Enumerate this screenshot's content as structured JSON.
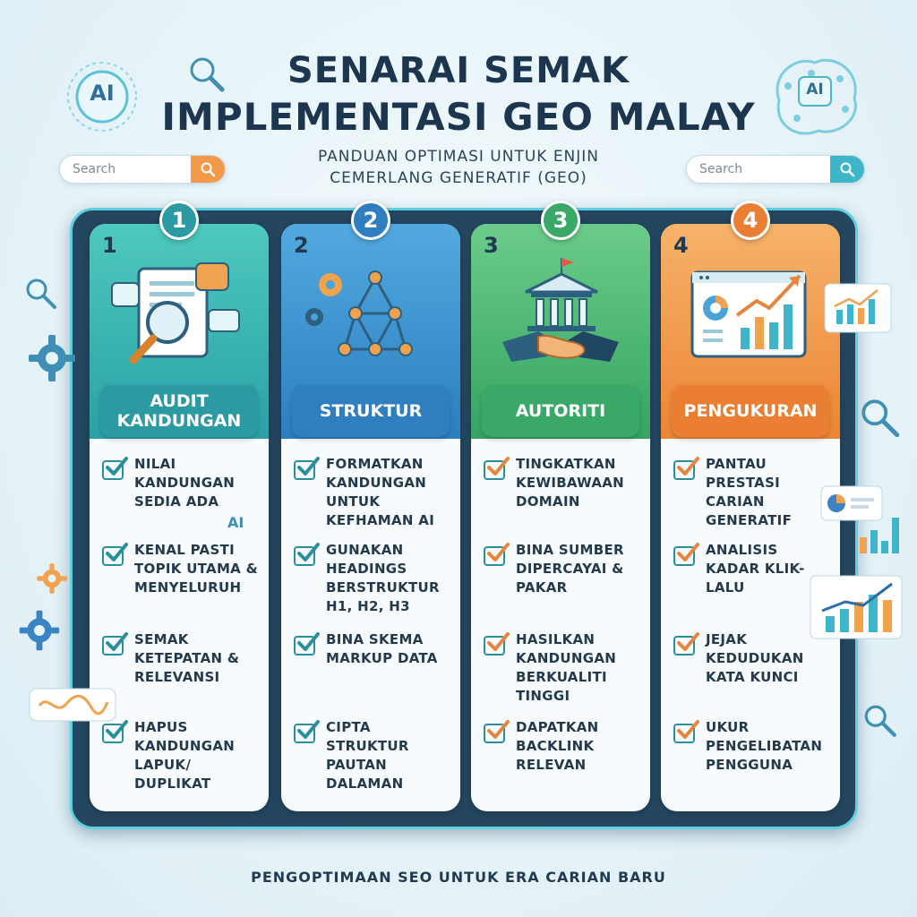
{
  "header": {
    "title_line1": "SENARAI SEMAK",
    "title_line2": "IMPLEMENTASI GEO MALAY",
    "subtitle_line1": "PANDUAN OPTIMASI UNTUK ENJIN",
    "subtitle_line2": "CEMERLANG GENERATIF (GEO)"
  },
  "search_left": {
    "placeholder": "Search"
  },
  "search_right": {
    "placeholder": "Search"
  },
  "ai_badge_left": "AI",
  "ai_badge_right": "AI",
  "ai_float": "AI",
  "columns": [
    {
      "number": "1",
      "label": "AUDIT KANDUNGAN",
      "icon": "document-magnifier-icon",
      "accent": "#2fa7a2",
      "items": [
        "NILAI KANDUNGAN SEDIA ADA",
        "KENAL PASTI TOPIK UTAMA & MENYELURUH",
        "SEMAK KETEPATAN & RELEVANSI",
        "HAPUS KANDUNGAN LAPUK/ DUPLIKAT"
      ]
    },
    {
      "number": "2",
      "label": "STRUKTUR",
      "icon": "network-gears-icon",
      "accent": "#2e7fb8",
      "items": [
        "FORMATKAN KANDUNGAN UNTUK KEFHAMAN AI",
        "GUNAKAN HEADINGS BERSTRUKTUR H1, H2, H3",
        "BINA SKEMA MARKUP DATA",
        "CIPTA STRUKTUR PAUTAN DALAMAN"
      ]
    },
    {
      "number": "3",
      "label": "AUTORITI",
      "icon": "institution-handshake-icon",
      "accent": "#3fae6a",
      "items": [
        "TINGKATKAN KEWIBAWAAN DOMAIN",
        "BINA SUMBER DIPERCAYAI & PAKAR",
        "HASILKAN KANDUNGAN BERKUALITI TINGGI",
        "DAPATKAN BACKLINK RELEVAN"
      ]
    },
    {
      "number": "4",
      "label": "PENGUKURAN",
      "icon": "analytics-dashboard-icon",
      "accent": "#ee8a3c",
      "items": [
        "PANTAU PRESTASI CARIAN GENERATIF",
        "ANALISIS KADAR KLIK-LALU",
        "JEJAK KEDUDUKAN KATA KUNCI",
        "UKUR PENGELIBATAN PENGGUNA"
      ]
    }
  ],
  "footer": "PENGOPTIMAAN SEO UNTUK ERA CARIAN BARU"
}
